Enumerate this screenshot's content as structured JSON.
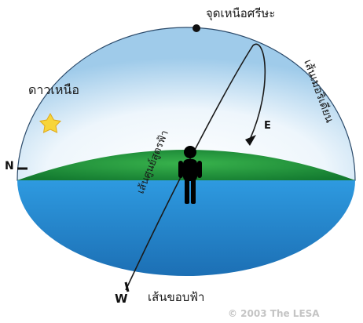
{
  "labels": {
    "zenith": "จุดเหนือศรีษะ",
    "north_star": "ดาวเหนือ",
    "meridian": "เส้นเมอริเดียน",
    "celestial_equator": "เส้นศูนย์สูตรฟ้า",
    "horizon": "เส้นขอบฟ้า"
  },
  "directions": {
    "north": "N",
    "east": "E",
    "west": "W"
  },
  "credit": "© 2003  The LESA",
  "colors": {
    "sky_dome": "#cfe6f5",
    "ground_top": "#1f9d3c",
    "ground_side": "#2a8fd4",
    "star": "#f7d53a",
    "person": "#000000"
  }
}
